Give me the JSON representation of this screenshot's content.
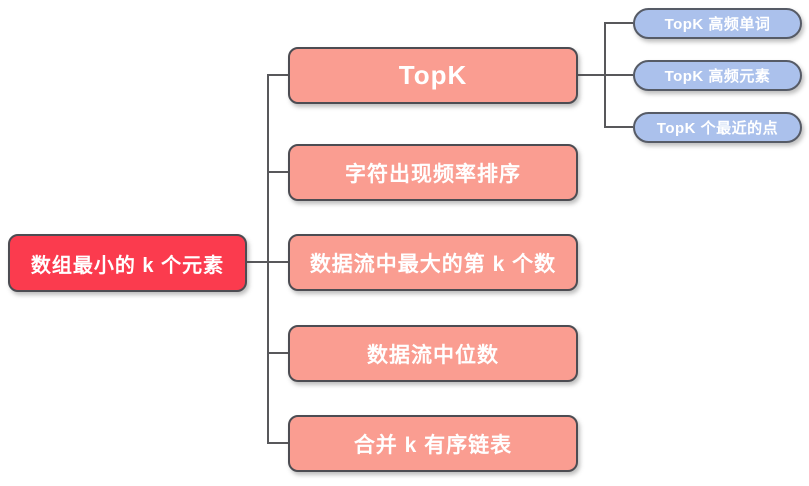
{
  "diagram": {
    "type": "mindmap",
    "root": {
      "label": "数组最小的 k 个元素"
    },
    "branches": [
      {
        "label": "TopK",
        "children": [
          {
            "label": "TopK 高频单词"
          },
          {
            "label": "TopK 高频元素"
          },
          {
            "label": "TopK 个最近的点"
          }
        ]
      },
      {
        "label": "字符出现频率排序"
      },
      {
        "label": "数据流中最大的第 k 个数"
      },
      {
        "label": "数据流中位数"
      },
      {
        "label": "合并 k 有序链表"
      }
    ],
    "colors": {
      "root_bg": "#FB3B4E",
      "branch_bg": "#FA9D91",
      "leaf_bg": "#ABC1EC",
      "border": "#4C4C52",
      "leaf_border": "#565B66",
      "line": "#58585B",
      "text": "#FFFFFF",
      "canvas_bg": "#FFFFFF"
    }
  }
}
